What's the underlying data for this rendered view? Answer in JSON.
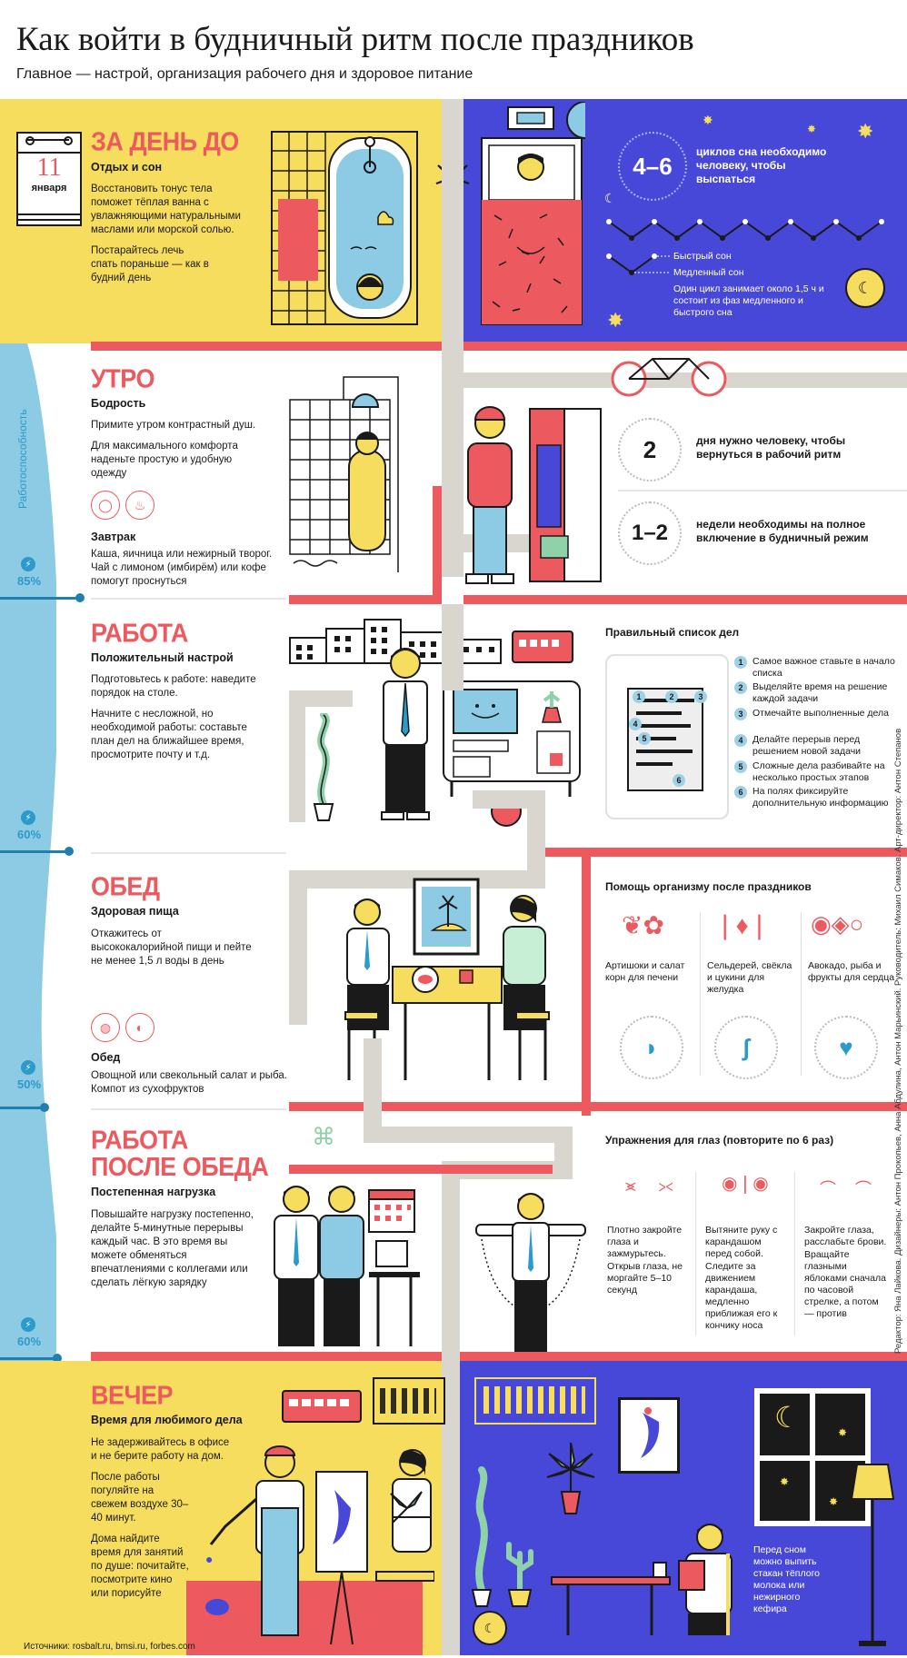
{
  "header": {
    "title": "Как войти в будничный ритм после праздников",
    "subtitle": "Главное — настрой, организация рабочего дня и здоровое питание"
  },
  "side": {
    "axis_label": "Работоспособность",
    "levels": [
      "85%",
      "60%",
      "50%",
      "60%"
    ]
  },
  "day_before": {
    "calendar_day": "11",
    "calendar_month": "января",
    "title": "ЗА ДЕНЬ ДО",
    "subtitle": "Отдых и сон",
    "p1": "Восстановить тонус тела поможет тёплая ванна с увлажняющими натуральными маслами или морской солью.",
    "p2": "Постарайтесь лечь спать пораньше — как в будний день"
  },
  "sleep": {
    "big": "4–6",
    "big_text": "циклов сна необходимо человеку, чтобы выспаться",
    "fast": "Быстрый сон",
    "slow": "Медленный сон",
    "note": "Один цикл занимает около 1,5 ч и состоит из фаз медленного и быстрого сна"
  },
  "morning": {
    "title": "УТРО",
    "subtitle": "Бодрость",
    "p1": "Примите утром контрастный душ.",
    "p2": "Для максимального комфорта наденьте простую и удобную одежду",
    "breakfast_title": "Завтрак",
    "breakfast_text": "Каша, яичница или нежирный творог. Чай с лимоном (имбирём) или кофе помогут проснуться"
  },
  "rhythm": {
    "n1": "2",
    "t1": "дня нужно человеку, чтобы вернуться в рабочий ритм",
    "n2": "1–2",
    "t2": "недели необходимы на полное включение в будничный режим"
  },
  "work": {
    "title": "РАБОТА",
    "subtitle": "Положительный настрой",
    "p1": "Подготовьтесь к работе: наведите порядок на столе.",
    "p2": "Начните с несложной, но необходимой работы: составьте план дел на ближайшее время, просмотрите почту и т.д.",
    "list_title": "Правильный список дел",
    "list": [
      "Самое важное ставьте в начало списка",
      "Выделяйте время на решение каждой задачи",
      "Отмечайте выполненные дела",
      "Делайте перерыв перед решением новой задачи",
      "Сложные дела разбивайте на несколько простых этапов",
      "На полях фиксируйте дополнительную информацию"
    ],
    "list_nums": [
      "1",
      "2",
      "3",
      "4",
      "5",
      "6"
    ]
  },
  "lunch": {
    "title": "ОБЕД",
    "subtitle": "Здоровая пища",
    "p1": "Откажитесь от высококалорийной пищи и пейте не менее 1,5 л воды в день",
    "lunch_title": "Обед",
    "lunch_text": "Овощной или свекольный салат и рыба. Компот из сухофруктов",
    "help_title": "Помощь организму после праздников",
    "help": [
      "Артишоки и салат корн для печени",
      "Сельдерей, свёкла и цукини для желудка",
      "Авокадо, рыба и фрукты для сердца"
    ]
  },
  "afternoon": {
    "title1": "РАБОТА",
    "title2": "ПОСЛЕ ОБЕДА",
    "subtitle": "Постепенная нагрузка",
    "p1": "Повышайте нагрузку постепенно, делайте 5-минутные перерывы каждый час. В это время вы можете обменяться впечатлениями с коллегами или сделать лёгкую зарядку",
    "eyes_title": "Упражнения для глаз (повторите по 6 раз)",
    "eyes": [
      "Плотно закройте глаза и зажмурьтесь.",
      "Открыв глаза, не моргайте 5–10 секунд",
      "Вытяните руку с карандашом перед собой.",
      "Следите за движением карандаша, медленно приближая его к кончику носа",
      "Закройте глаза, расслабьте брови.",
      "Вращайте глазными яблоками сначала по часовой стрелке, а потом — против"
    ]
  },
  "evening": {
    "title": "ВЕЧЕР",
    "subtitle": "Время для любимого дела",
    "p1": "Не задерживайтесь в офисе и не берите работу на дом.",
    "p2": "После работы погуляйте на свежем воздухе 30–40 минут.",
    "p3": "Дома найдите время для занятий по душе: почитайте, посмотрите кино или порисуйте",
    "night_tip": "Перед сном можно выпить стакан тёплого молока или нежирного кефира"
  },
  "credits": "Редактор: Яна Лайкова. Дизайнеры: Антон Прокопьев, Анна Абдулина, Антон Марьинский. Руководитель: Михаил Симаков. Арт-директор: Антон Степанов",
  "sources": "Источники: rosbalt.ru, bmsi.ru, forbes.com",
  "colors": {
    "yellow": "#f6dd5e",
    "blue_panel": "#4848d8",
    "red": "#ec5a5f",
    "light_blue": "#8ccbe3",
    "path_gray": "#d9d6cf"
  }
}
